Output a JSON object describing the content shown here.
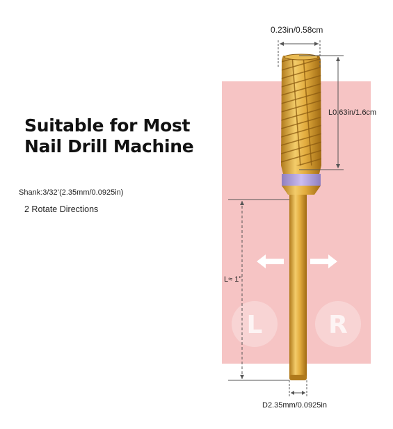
{
  "headline": {
    "line1": "Suitable for Most",
    "line2": "Nail Drill Machine"
  },
  "specs": {
    "shank": "Shank:3/32’(2.35mm/0.0925in)",
    "rotate": "2 Rotate Directions"
  },
  "dimensions": {
    "head_diameter": "0.23in/0.58cm",
    "head_length": "L0.63in/1.6cm",
    "shank_length": "L≈ 1”",
    "shank_diameter": "D2.35mm/0.0925in"
  },
  "directions": {
    "left_label": "L",
    "right_label": "R"
  },
  "colors": {
    "panel": "#f6c4c4",
    "gold": "#d9a43a",
    "band": "#b7a6dc"
  },
  "icons": [
    "arrow-left-icon",
    "arrow-right-icon"
  ]
}
